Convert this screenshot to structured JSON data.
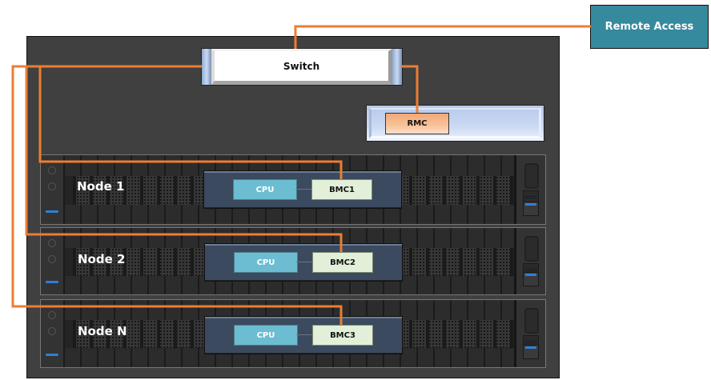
{
  "diagram": {
    "remote_access": {
      "label": "Remote Access",
      "color": "#358A9E"
    },
    "switch": {
      "label": "Switch"
    },
    "rmc": {
      "label": "RMC",
      "color": "#F4B183"
    },
    "wire_color": "#ED7D31",
    "nodes": [
      {
        "label": "Node 1",
        "cpu": "CPU",
        "bmc": "BMC1"
      },
      {
        "label": "Node 2",
        "cpu": "CPU",
        "bmc": "BMC2"
      },
      {
        "label": "Node N",
        "cpu": "CPU",
        "bmc": "BMC3"
      }
    ],
    "connections": [
      {
        "from": "Switch",
        "to": "Remote Access"
      },
      {
        "from": "Switch",
        "to": "RMC"
      },
      {
        "from": "Switch",
        "to": "BMC1"
      },
      {
        "from": "Switch",
        "to": "BMC2"
      },
      {
        "from": "Switch",
        "to": "BMC3"
      },
      {
        "from": "CPU",
        "to": "BMC",
        "note": "per node"
      }
    ]
  }
}
